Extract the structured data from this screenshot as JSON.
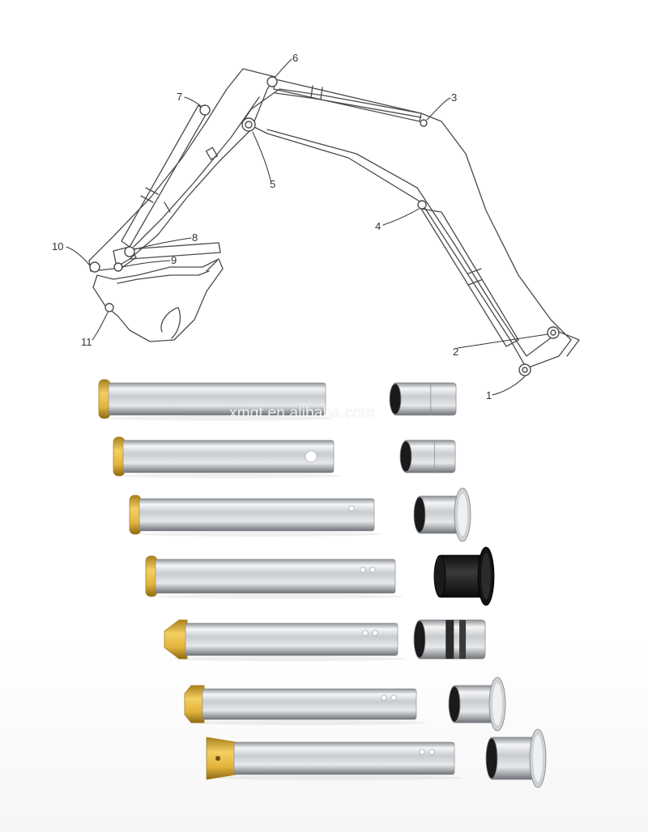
{
  "callouts": [
    "1",
    "2",
    "3",
    "4",
    "5",
    "6",
    "7",
    "8",
    "9",
    "10",
    "11"
  ],
  "watermark": "xmgt.en.alibaba.com",
  "colors": {
    "line": "#4a4a4a",
    "steel_light": "#f4f5f6",
    "steel_mid": "#c3c6ca",
    "steel_dark": "#7e8287",
    "brass": "#e3b43c",
    "brass_dark": "#a8801c",
    "bushing_black": "#1c1c1c"
  },
  "parts": [
    {
      "pin_head": "collar",
      "pin_holes": 0,
      "bushing": "plain"
    },
    {
      "pin_head": "collar",
      "pin_holes": 1,
      "bushing": "plain"
    },
    {
      "pin_head": "collar",
      "pin_holes": 1,
      "bushing": "flanged"
    },
    {
      "pin_head": "collar",
      "pin_holes": 2,
      "bushing": "flanged-black"
    },
    {
      "pin_head": "tapered",
      "pin_holes": 2,
      "bushing": "grooved"
    },
    {
      "pin_head": "hex",
      "pin_holes": 2,
      "bushing": "flanged"
    },
    {
      "pin_head": "cone",
      "pin_holes": 2,
      "bushing": "flanged"
    }
  ]
}
